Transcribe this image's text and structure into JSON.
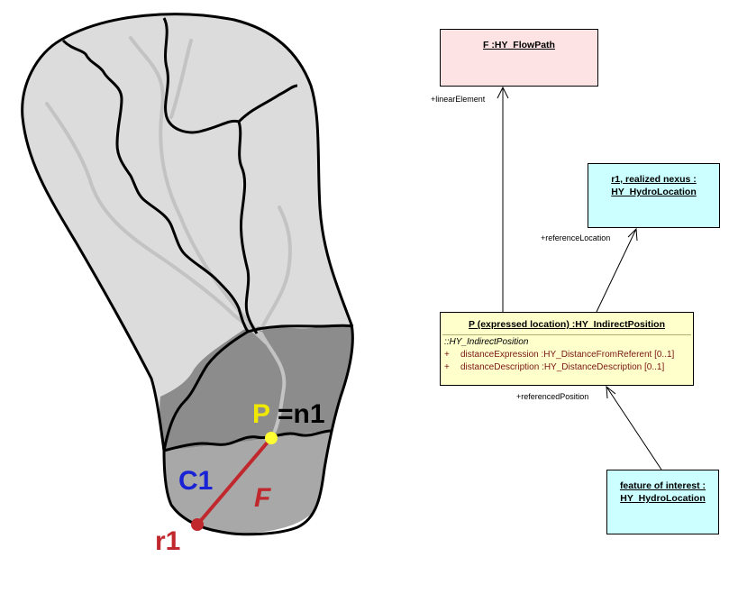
{
  "map": {
    "label_P": "P",
    "label_n1": "=n1",
    "label_C1": "C1",
    "label_F": "F",
    "label_r1": "r1",
    "colors": {
      "catchment_light": "#dcdcdc",
      "catchment_mid": "#8c8c8c",
      "catchment_lower": "#a8a8a8",
      "stream": "#c3c3c3",
      "flowpath": "#c0282d",
      "point_P": "#ffff33",
      "label_P": "#f0e800",
      "label_C1": "#1a22d6",
      "label_r1": "#c0282d",
      "label_n1": "#000000"
    }
  },
  "uml": {
    "flowpath": {
      "title": "F :HY_FlowPath",
      "color": "#fde3e3"
    },
    "realized_nexus": {
      "title_line1": "r1, realized nexus :",
      "title_line2": "HY_HydroLocation",
      "color": "#ccffff"
    },
    "indirect_position": {
      "title": "P (expressed location) :HY_IndirectPosition",
      "stereotype": "::HY_IndirectPosition",
      "attributes": [
        {
          "marker": "+",
          "text": "distanceExpression  :HY_DistanceFromReferent [0..1]"
        },
        {
          "marker": "+",
          "text": "distanceDescription  :HY_DistanceDescription [0..1]"
        }
      ],
      "color": "#ffffcc"
    },
    "feature_of_interest": {
      "title_line1": "feature of interest  :",
      "title_line2": "HY_HydroLocation",
      "color": "#ccffff"
    },
    "roles": {
      "linear_element": "+linearElement",
      "reference_location": "+referenceLocation",
      "referenced_position": "+referencedPosition"
    }
  }
}
